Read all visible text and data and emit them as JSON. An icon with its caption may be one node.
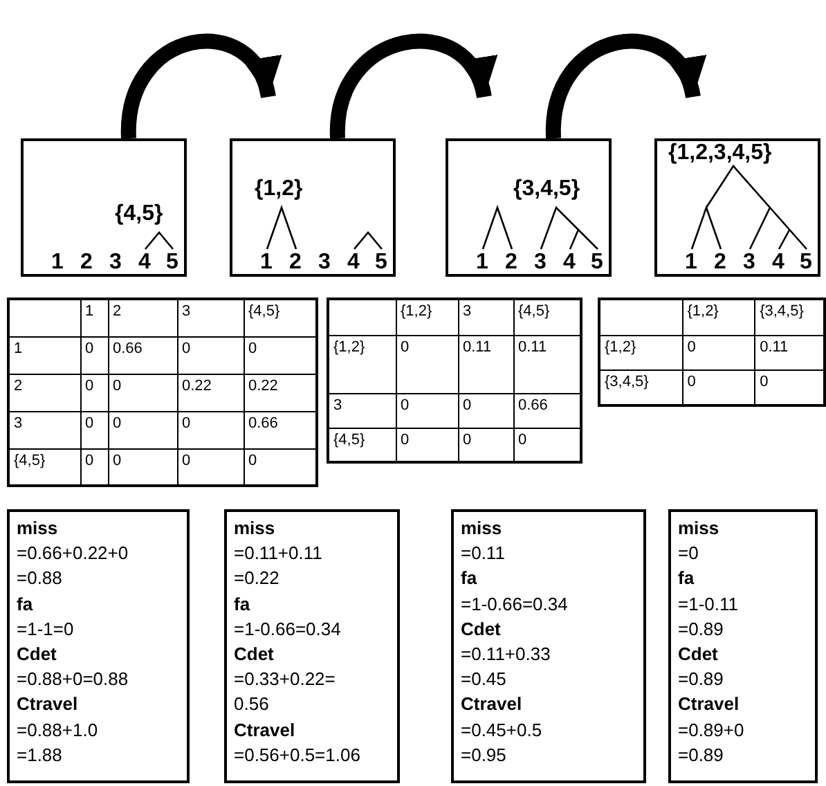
{
  "diagram": {
    "nodes": [
      {
        "text": [
          "{4,5}",
          "1",
          "2",
          "3",
          "4",
          "5"
        ]
      },
      {
        "text": [
          "{1,2}",
          "1",
          "2",
          "3",
          "4",
          "5"
        ]
      },
      {
        "text": [
          "{3,4,5}",
          "1",
          "2",
          "3",
          "4",
          "5"
        ]
      },
      {
        "text": [
          "{1,2,3,4,5}",
          "1",
          "2",
          "3",
          "4",
          "5"
        ]
      },
      {
        "text": [
          "miss",
          "=0.66+0.22+0 =0.88",
          "fa",
          "=1-1=0",
          "Cdet",
          "=0.88+0=0.88",
          "Ctravel",
          "=0.88+1.0 =1.88"
        ]
      },
      {
        "text": [
          "miss",
          "=0.11+0.11 =0.22",
          "fa",
          "=1-0.66=0.34",
          "Cdet",
          "=0.33+0.22= 0.56",
          "Ctravel",
          "=0.56+0.5=1.06"
        ]
      },
      {
        "text": [
          "miss",
          "=0.11",
          "fa",
          "=1-0.66=0.34",
          "Cdet",
          "=0.11+0.33 =0.45",
          "Ctravel",
          "=0.45+0.5 =0.95"
        ]
      },
      {
        "text": [
          "miss",
          "=0",
          "fa",
          "=1-0.11 =0.89",
          "Cdet",
          "=0.89",
          "Ctravel",
          "=0.89+0 =0.89"
        ]
      }
    ],
    "edges": [
      {
        "from": 0,
        "to": 1,
        "arrow": "to"
      },
      {
        "from": 1,
        "to": 2,
        "arrow": "to"
      },
      {
        "from": 2,
        "to": 3,
        "arrow": "to"
      }
    ],
    "labels": [
      "1",
      "2",
      "3",
      "{4,5}",
      "1",
      "0",
      "0.66",
      "0",
      "0",
      "2",
      "0",
      "0",
      "0.22",
      "0.22",
      "3",
      "0",
      "0",
      "0",
      "0.66",
      "{4,5}",
      "0",
      "0",
      "0",
      "0",
      "{1,2}",
      "3",
      "{4,5}",
      "{1,2}",
      "0",
      "0.11",
      "0.11",
      "3",
      "0",
      "0",
      "0.66",
      "{4,5}",
      "0",
      "0",
      "0",
      "{1,2}",
      "{3,4,5}",
      "{1,2}",
      "0",
      "0.11",
      "{3,4,5}",
      "0",
      "0"
    ]
  }
}
